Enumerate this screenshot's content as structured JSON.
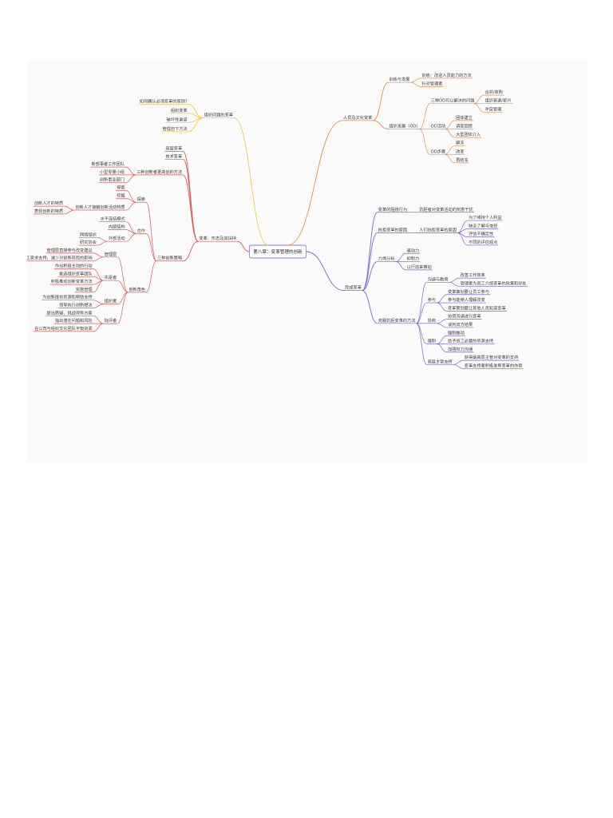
{
  "palette": {
    "yellow": "#f2c94c",
    "red": "#e0574f",
    "orange": "#f08c4a",
    "purple": "#7c63d6",
    "root_border": "#8a7be0"
  },
  "mindmap": {
    "root": "第八章：变革管理的创新",
    "branches": [
      {
        "label": "组织问题的变革",
        "children": [
          "如何确认必须变革的原则?",
          "组织变革",
          "破坏性渠道",
          "管理自下方法"
        ]
      },
      {
        "label": "变革：形态及其扶持",
        "children": [
          "高层变革",
          "技术变革",
          {
            "label": "三种创新者更高创的方法",
            "children": [
              "新部事者工作团队",
              "小型零量小组",
              "创新事业部门"
            ]
          },
          {
            "label": "三种创新策略",
            "children": [
              {
                "label": "探索",
                "children": [
                  "探索",
                  "挖掘",
                  {
                    "label": "创新人才接触创新活动特质",
                    "children": [
                      "创新人才的特质",
                      "表现创新的特质"
                    ]
                  }
                ]
              },
              {
                "label": "合作",
                "children": [
                  "水平连结模式",
                  "内部结构",
                  {
                    "label": "外部活动",
                    "children": [
                      "网络组织",
                      "研究协会"
                    ]
                  }
                ]
              },
              {
                "label": "创新角色",
                "children": [
                  {
                    "label": "管理层",
                    "children": [
                      "管理层直接参与改变建议",
                      "了解新的员工需求支持，减少对创新风险的影响"
                    ]
                  },
                  {
                    "label": "先驱者",
                    "children": [
                      "作出积极主动的行动",
                      "挑选组织变革团队",
                      "积极推动创新变革方法",
                      "实施管理"
                    ]
                  },
                  {
                    "label": "组织者",
                    "children": [
                      "为创新提供资源和帮助支持",
                      "领导执行创新想法"
                    ]
                  },
                  {
                    "label": "批评者",
                    "children": [
                      "提出质疑、挑战现有方案",
                      "指出潜在问题和风险",
                      "在公司与组织文化团队平衡资源"
                    ]
                  }
                ]
              }
            ]
          }
        ]
      },
      {
        "label": "人员及文化变革",
        "children": [
          {
            "label": "训练与发展",
            "children": [
              "训练：改进人员能力的方法",
              "针对管理者"
            ]
          },
          {
            "label": "组织发展（OD）",
            "children": [
              {
                "label": "三种OD可以解决的问题",
                "children": [
                  "合并/收购",
                  "组织衰退/复兴",
                  "冲突管理"
                ]
              },
              {
                "label": "OD活动",
                "children": [
                  "团体建立",
                  "调查回馈",
                  "大型团体介入"
                ]
              },
              {
                "label": "OD步骤",
                "children": [
                  "解冻",
                  "改变",
                  "再结冻"
                ]
              }
            ]
          }
        ]
      },
      {
        "label": "完成变革",
        "children": [
          {
            "label": "变革的阻挠行为",
            "children": [
              "抗拒者对变革活动的刻意干扰"
            ]
          },
          {
            "label": "抗拒变革的原因",
            "children": [
              {
                "label": "人们抗拒变革的原因",
                "children": [
                  "为了维持个人利益",
                  "缺乏了解与信任",
                  "评估不确定性",
                  "不同的评估观点"
                ]
              }
            ]
          },
          {
            "label": "力场分析",
            "children": [
              "驱动力",
              "抑制力",
              "以行动来推动"
            ]
          },
          {
            "label": "克服抗拒变革的方法",
            "children": [
              {
                "label": "沟通与教育",
                "children": [
                  "改善工作效率",
                  "管理者为员工介绍变革的效果和好处"
                ]
              },
              {
                "label": "参与",
                "children": [
                  "变革策划要让员工参与",
                  "参与能使人理解改变",
                  "变革策划要让其他人员知道变革"
                ]
              },
              {
                "label": "协商",
                "children": [
                  "协商沟通进行变革",
                  "谈判双方结果"
                ]
              },
              {
                "label": "强制",
                "children": [
                  "强制推动",
                  "给予员工必要的资源支持",
                  "加强权力沟通"
                ]
              },
              {
                "label": "高层主管支持",
                "children": [
                  "获得最高层主管对变革的支持",
                  "变革支持者积极发挥变革的作用"
                ]
              }
            ]
          }
        ]
      }
    ]
  }
}
